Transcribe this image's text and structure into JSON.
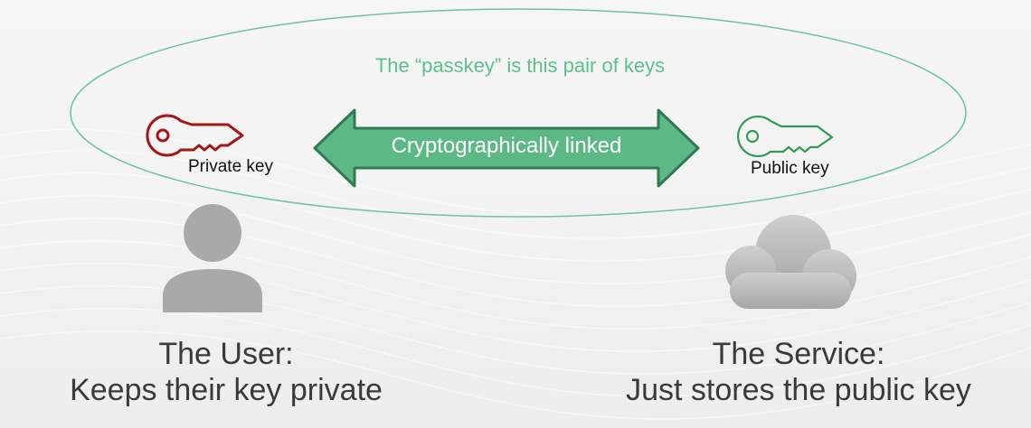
{
  "passkey_caption": "The “passkey” is this pair of keys",
  "private_key": {
    "label": "Private key",
    "icon": "key-icon",
    "color": "#a4161a"
  },
  "public_key": {
    "label": "Public key",
    "icon": "key-icon",
    "color": "#2e9b57"
  },
  "link": {
    "label": "Cryptographically linked",
    "fill_color": "#5cb985",
    "stroke_color": "#2f7a52"
  },
  "ellipse_color": "#6cc49a",
  "user": {
    "icon": "user-icon",
    "title": "The User:",
    "subtitle": "Keeps their key private"
  },
  "service": {
    "icon": "cloud-icon",
    "title": "The Service:",
    "subtitle": "Just stores the public key"
  }
}
